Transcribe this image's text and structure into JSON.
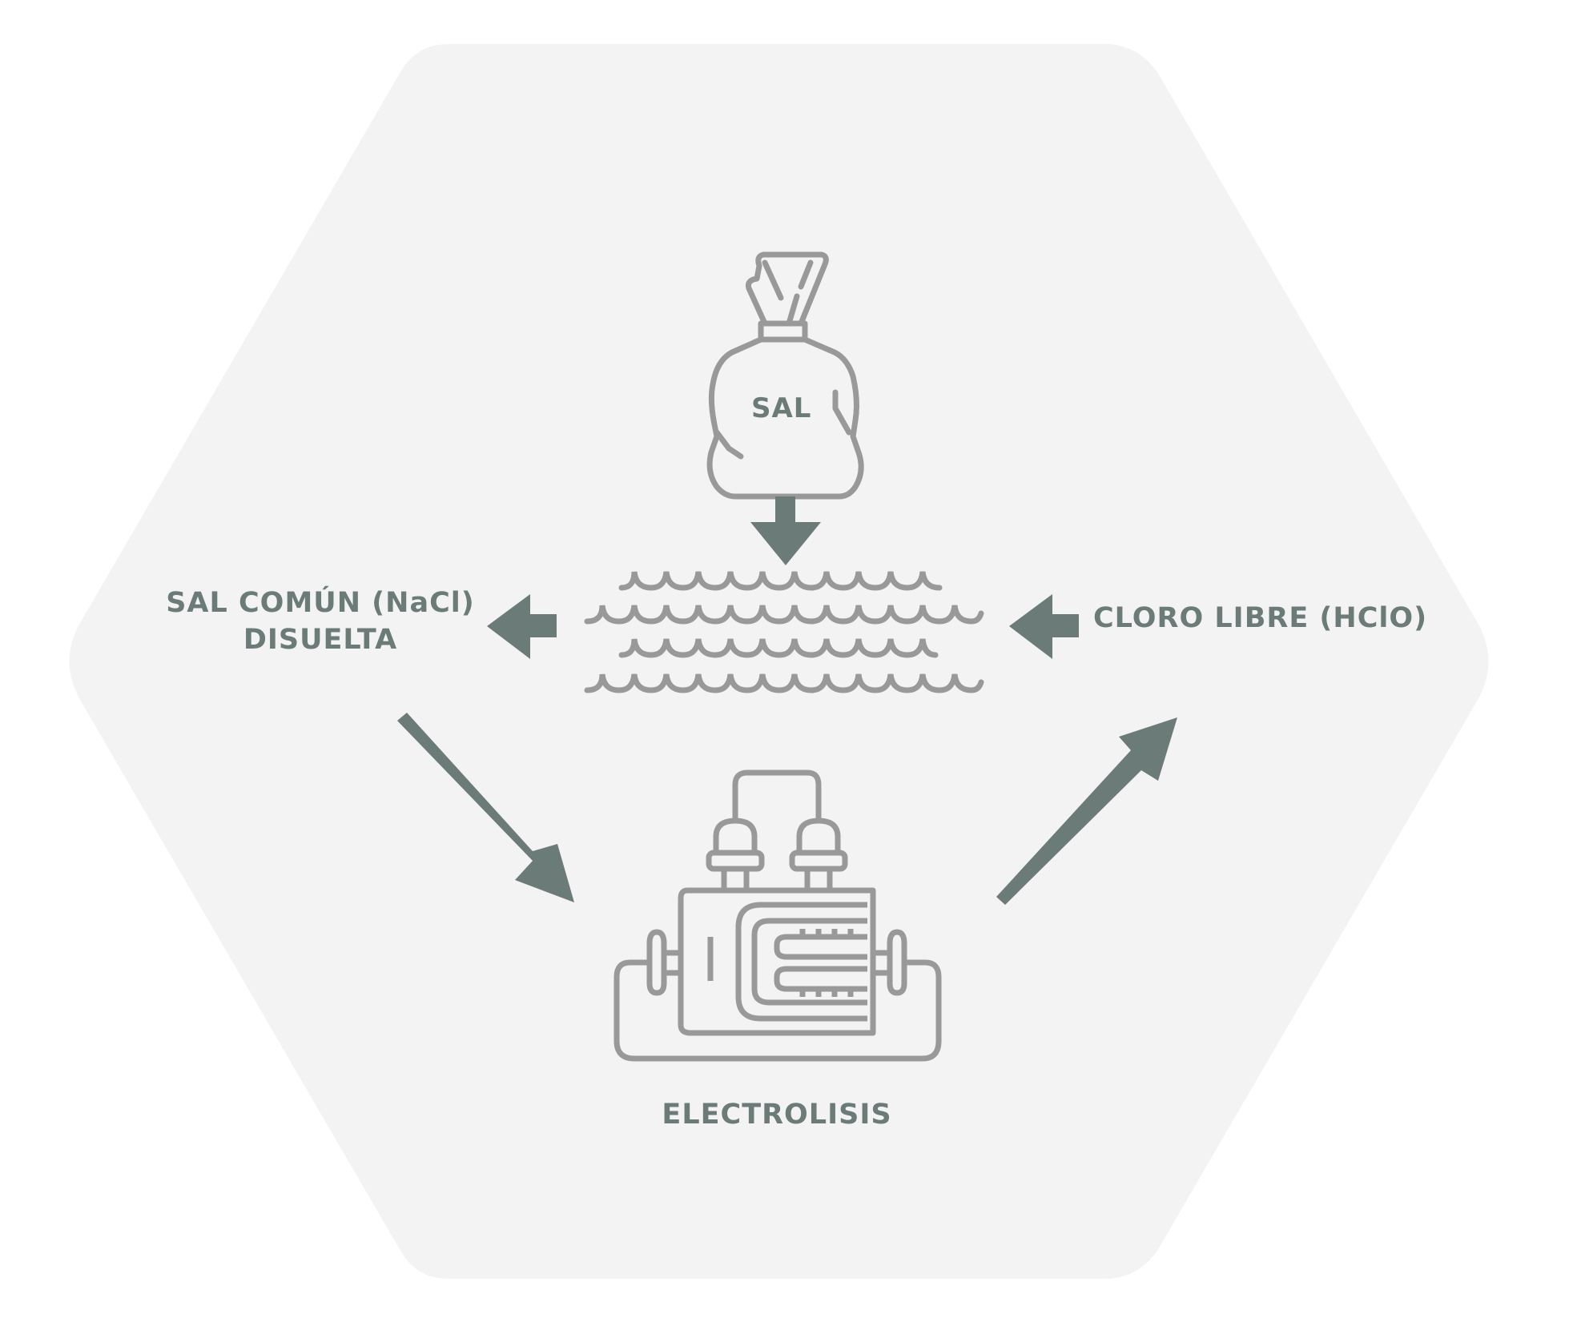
{
  "labels": {
    "sal_bag": "SAL",
    "sal_comun_line1": "SAL COMÚN (NaCl)",
    "sal_comun_line2": "DISUELTA",
    "cloro_libre": "CLORO LIBRE (HClO)",
    "electrolisis": "ELECTROLISIS"
  },
  "icons": {
    "bag": "salt-bag-icon",
    "water": "water-waves-icon",
    "cell": "electrolysis-cell-icon"
  },
  "colors": {
    "background_hex": "#f3f3f3",
    "icon_stroke": "#999999",
    "arrow_fill": "#6b7b78",
    "label_text": "#6b7b78"
  }
}
